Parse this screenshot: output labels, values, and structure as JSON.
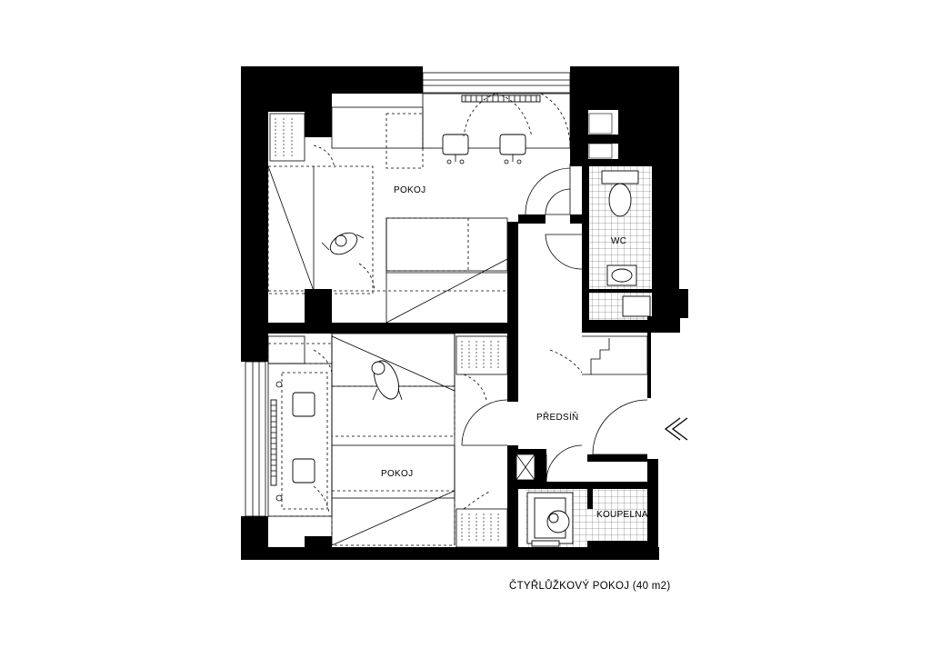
{
  "rooms": {
    "pokoj_upper": "POKOJ",
    "pokoj_lower": "POKOJ",
    "wc": "WC",
    "predsin": "PŘEDSÍŇ",
    "koupelna": "KOUPELNA"
  },
  "caption": "ČTYŘLŮŽKOVÝ POKOJ (40 m2)",
  "entrance_symbol": "entrance-arrow-icon"
}
